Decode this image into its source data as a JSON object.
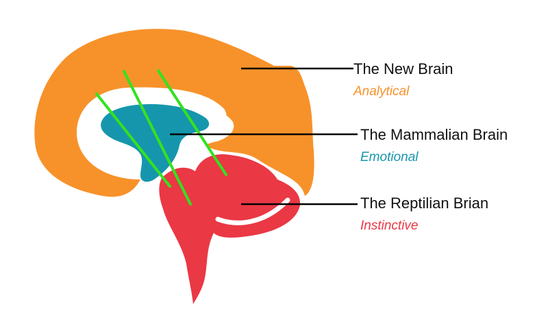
{
  "labels": {
    "new_brain": {
      "title": "The New Brain",
      "subtitle": "Analytical",
      "color": "#f7922a"
    },
    "mammalian_brain": {
      "title": "The Mammalian Brain",
      "subtitle": "Emotional",
      "color": "#1696ad"
    },
    "reptilian_brain": {
      "title": "The Reptilian Brian",
      "subtitle": "Instinctive",
      "color": "#ea3845"
    }
  },
  "colors": {
    "neocortex": "#f7922a",
    "limbic": "#1696ad",
    "brainstem": "#ea3845",
    "hatch_lines": "#33e21e",
    "pointer_lines": "#000000"
  }
}
